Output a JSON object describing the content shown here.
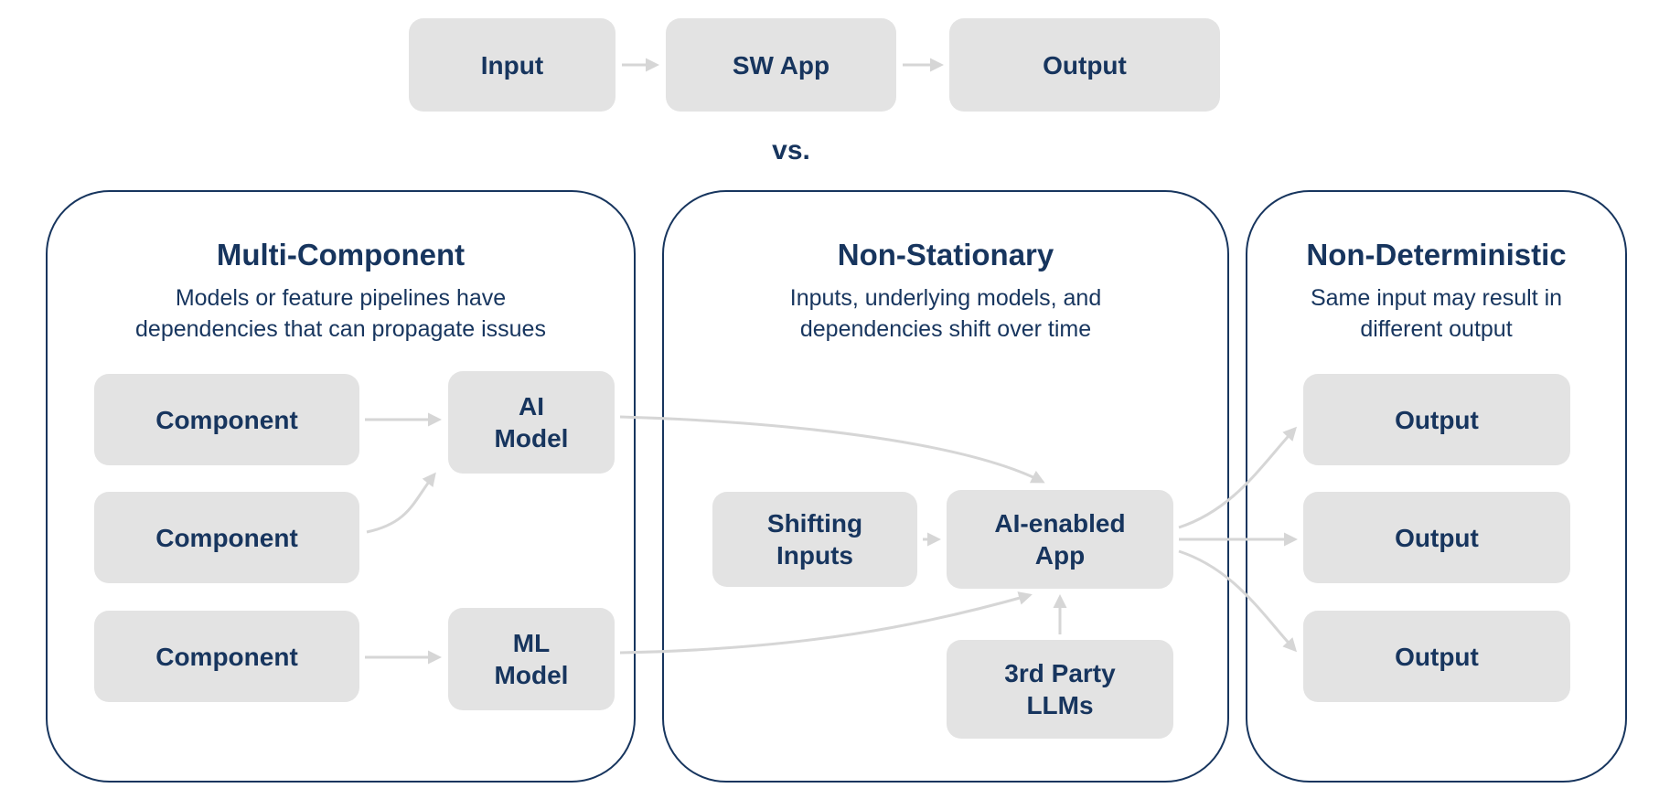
{
  "colors": {
    "navy": "#17355e",
    "node_fill": "#e3e3e3",
    "arrow": "#d6d6d6",
    "background": "#ffffff"
  },
  "top_flow": {
    "input": "Input",
    "sw_app": "SW App",
    "output": "Output",
    "vs": "vs."
  },
  "panels": {
    "multi_component": {
      "title": "Multi-Component",
      "subtitle": [
        "Models or feature pipelines have",
        "dependencies that can propagate issues"
      ],
      "component_1": "Component",
      "component_2": "Component",
      "component_3": "Component",
      "ai_model": [
        "AI",
        "Model"
      ],
      "ml_model": [
        "ML",
        "Model"
      ]
    },
    "non_stationary": {
      "title": "Non-Stationary",
      "subtitle": [
        "Inputs, underlying models, and",
        "dependencies shift over time"
      ],
      "shifting_inputs": [
        "Shifting",
        "Inputs"
      ],
      "ai_enabled_app": [
        "AI-enabled",
        "App"
      ],
      "third_party_llms": [
        "3rd Party",
        "LLMs"
      ]
    },
    "non_deterministic": {
      "title": "Non-Deterministic",
      "subtitle": [
        "Same input may result in",
        "different output"
      ],
      "output_1": "Output",
      "output_2": "Output",
      "output_3": "Output"
    }
  }
}
